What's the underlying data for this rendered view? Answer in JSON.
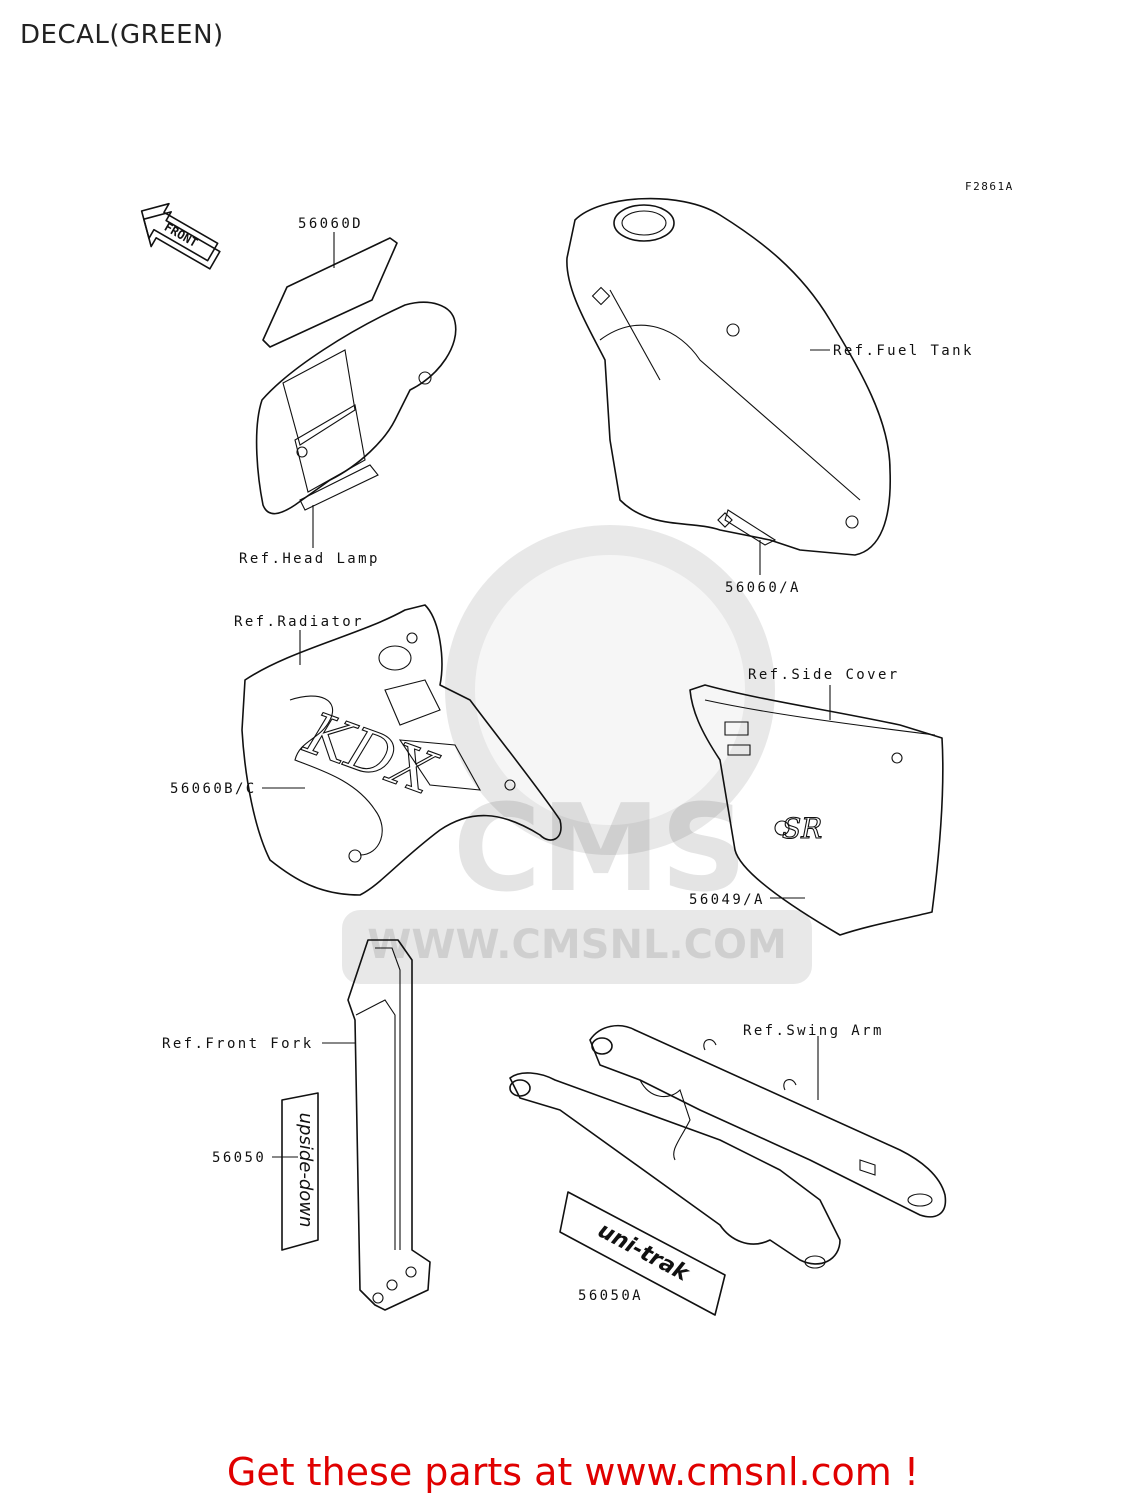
{
  "title": "DECAL(GREEN)",
  "figure_code": "F2861A",
  "front_arrow": "FRONT",
  "watermark": {
    "brand": "CMS",
    "url": "WWW.CMSNL.COM"
  },
  "parts": [
    {
      "id": "56060D",
      "label": "56060D"
    },
    {
      "id": "56060/A",
      "label": "56060/A"
    },
    {
      "id": "56060B/C",
      "label": "56060B/C"
    },
    {
      "id": "56049/A",
      "label": "56049/A"
    },
    {
      "id": "56050",
      "label": "56050"
    },
    {
      "id": "56050A",
      "label": "56050A"
    }
  ],
  "references": [
    {
      "label": "Ref.Head Lamp"
    },
    {
      "label": "Ref.Fuel Tank"
    },
    {
      "label": "Ref.Radiator"
    },
    {
      "label": "Ref.Side Cover"
    },
    {
      "label": "Ref.Front Fork"
    },
    {
      "label": "Ref.Swing Arm"
    }
  ],
  "decal_text": {
    "radiator": "KDX",
    "side_cover": "SR",
    "fork": "upside-down",
    "swing_arm": "uni-trak"
  },
  "footer": {
    "text": "Get these parts at www.cmsnl.com !",
    "color": "#e00000"
  }
}
